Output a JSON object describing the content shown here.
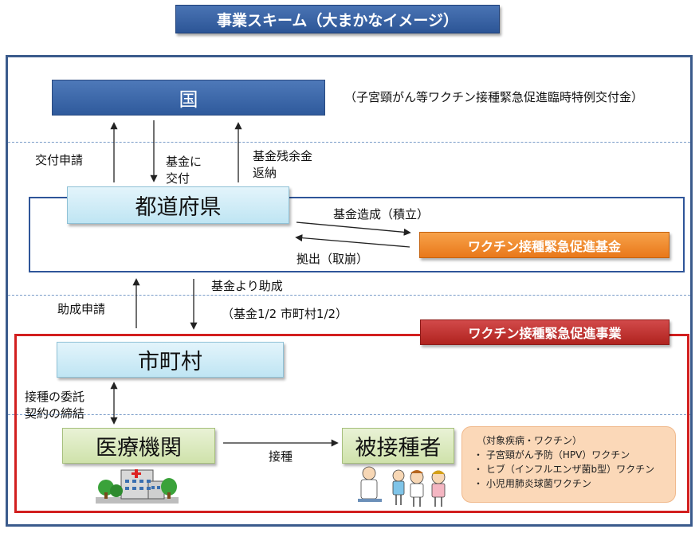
{
  "title": "事業スキーム（大まかなイメージ）",
  "nodes": {
    "kuni": "国",
    "prefecture": "都道府県",
    "fund": "ワクチン接種緊急促進基金",
    "project": "ワクチン接種緊急促進事業",
    "municipality": "市町村",
    "medical": "医療機関",
    "recipient": "被接種者"
  },
  "notes": {
    "kuni_note": "（子宮頸がん等ワクチン接種緊急促進臨時特例交付金）",
    "ratio": "（基金1/2  市町村1/2）"
  },
  "flows": {
    "grant_application": "交付申請",
    "fund_grant_line1": "基金に",
    "fund_grant_line2": "交付",
    "fund_return_line1": "基金残余金",
    "fund_return_line2": "返納",
    "fund_build": "基金造成（積立）",
    "withdraw": "拠出（取崩）",
    "subsidy_application": "助成申請",
    "subsidy_from_fund": "基金より助成",
    "contract_line1": "接種の委託",
    "contract_line2": "契約の締結",
    "vaccination": "接種"
  },
  "targets": {
    "title": "（対象疾病・ワクチン）",
    "items": [
      "・ 子宮頸がん予防（HPV）ワクチン",
      "・ ヒブ（インフルエンザ菌b型）ワクチン",
      "・ 小児用肺炎球菌ワクチン"
    ]
  },
  "colors": {
    "navy": "#2f5a9c",
    "orange": "#e9781a",
    "red": "#d21f1f",
    "light_blue": "#bfe5f3",
    "light_green": "#cfe2ab",
    "peach": "#fbd8b8"
  }
}
